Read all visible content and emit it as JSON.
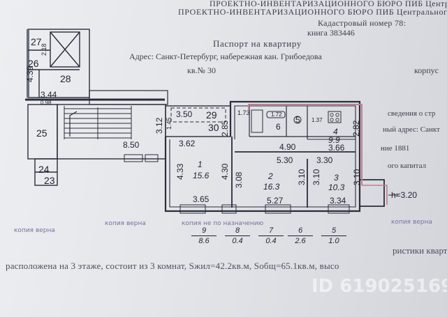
{
  "header": {
    "line1": "ПРОЕКТНО-ИНВЕНТАРИЗАЦИОННОГО БЮРО ПИБ Центрального района",
    "line2": "ПРОЕКТНО-ИНВЕНТАРИЗАЦИОННОГО БЮРО ПИБ Центрального района",
    "line3": "Кадастровый номер 78:",
    "line4": "книга 383446",
    "line5": "Паспорт на квартиру",
    "line6": "Адрес:  Санкт-Петербург, набережная кан. Грибоедова",
    "line7": "кв.№  30",
    "line8": "корпус",
    "line9": ""
  },
  "right_fragments": [
    "сведения о стр",
    "ный адрес: Санкт",
    "ние 1881",
    "ого капитал"
  ],
  "plan": {
    "rooms": [
      {
        "number": "1",
        "area": "15.6"
      },
      {
        "number": "2",
        "area": "16.3"
      },
      {
        "number": "3",
        "area": "10.3"
      },
      {
        "number": "4",
        "area": "9.9"
      }
    ],
    "labels": {
      "r27": "27",
      "r26": "26",
      "r28": "28",
      "r25": "25",
      "r24": "24",
      "r23": "23",
      "r29": "29",
      "r30": "30",
      "r6": "6",
      "r5": "5",
      "d344": "3.44",
      "d098": "0.98",
      "d439": "4.39",
      "d218": "2.18",
      "d850": "8.50",
      "d312": "3.12",
      "d350": "3.50",
      "d145": "1.45",
      "d285": "2.85",
      "d362": "3.62",
      "d433": "4.33",
      "d430": "4.30",
      "d365": "3.65",
      "d173": "1.73",
      "d172": "1.72",
      "d137": "1.37",
      "d366": "3.66",
      "d282": "2.82",
      "d490": "4.90",
      "d530": "5.30",
      "d330": "3.30",
      "d308": "3.08",
      "d310a": "3.10",
      "d310b": "3.10",
      "d310c": "3.10",
      "d527": "5.27",
      "d334": "3.34",
      "height": "h=3.20"
    }
  },
  "fractions": [
    {
      "top": "9",
      "bottom": "8.6"
    },
    {
      "top": "8",
      "bottom": "0.4"
    },
    {
      "top": "7",
      "bottom": "0.4"
    },
    {
      "top": "6",
      "bottom": "2.6"
    },
    {
      "top": "5",
      "bottom": "1.0"
    }
  ],
  "stamps": [
    "копия верна",
    "копия верна",
    "копия не по назначению",
    "копия верна"
  ],
  "footer": {
    "heading": "ристики квартиры",
    "line": "расположена на 3 этаже, состоит из 3 комнат, Sжил=42.2кв.м, Sобщ=65.1кв.м, высо"
  },
  "watermark": "ID 619025169"
}
